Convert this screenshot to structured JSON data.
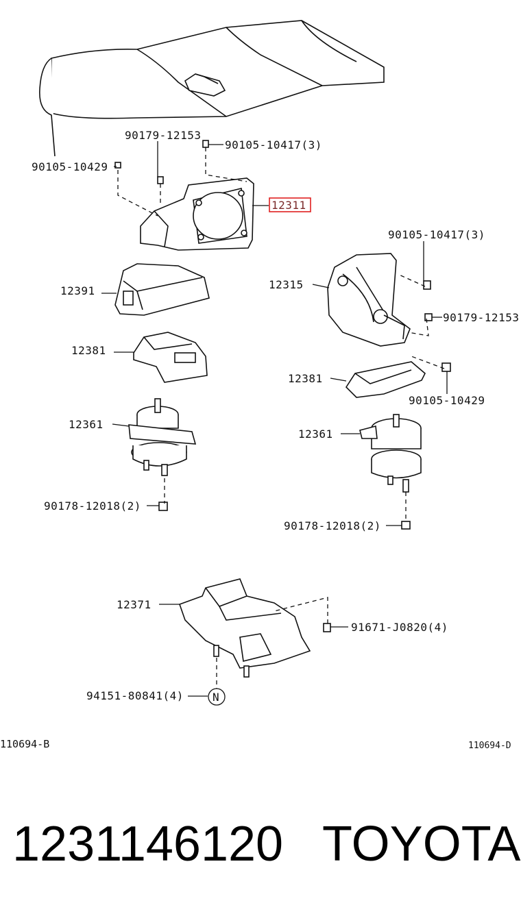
{
  "labels": {
    "p90179_12153_top": "90179-12153",
    "p90105_10417_top": "90105-10417(3)",
    "p90105_10429_left": "90105-10429",
    "p12311": "12311",
    "p90105_10417_right": "90105-10417(3)",
    "p12391": "12391",
    "p12315": "12315",
    "p90179_12153_right": "90179-12153",
    "p12381_left": "12381",
    "p12381_right": "12381",
    "p90105_10429_right": "90105-10429",
    "p12361_left": "12361",
    "p12361_right": "12361",
    "p90178_left": "90178-12018(2)",
    "p90178_right": "90178-12018(2)",
    "p12371": "12371",
    "p91671": "91671-J0820(4)",
    "p94151": "94151-80841(4)",
    "n_symbol": "N"
  },
  "figure_refs": {
    "left": "110694-B",
    "right": "110694-D"
  },
  "footer": {
    "part_number": "1231146120",
    "brand": "TOYOTA"
  },
  "highlight": {
    "label": "12311",
    "color": "#e02020"
  }
}
